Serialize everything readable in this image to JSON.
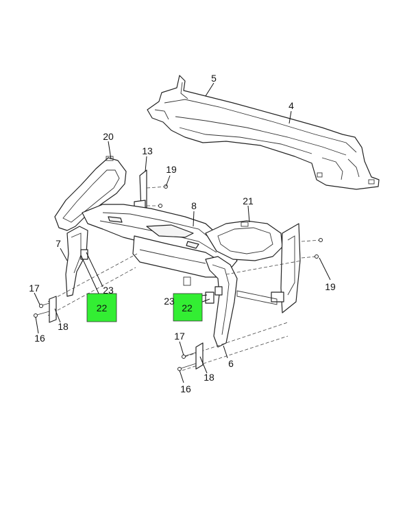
{
  "diagram": {
    "highlight_color": "#33ee33",
    "callouts": [
      {
        "id": "c5",
        "label": "5"
      },
      {
        "id": "c4",
        "label": "4"
      },
      {
        "id": "c20",
        "label": "20"
      },
      {
        "id": "c13",
        "label": "13"
      },
      {
        "id": "c19a",
        "label": "19"
      },
      {
        "id": "c8",
        "label": "8"
      },
      {
        "id": "c21",
        "label": "21"
      },
      {
        "id": "c7",
        "label": "7"
      },
      {
        "id": "c23a",
        "label": "23"
      },
      {
        "id": "c17a",
        "label": "17"
      },
      {
        "id": "c18a",
        "label": "18"
      },
      {
        "id": "c16a",
        "label": "16"
      },
      {
        "id": "c19b",
        "label": "19"
      },
      {
        "id": "c23b",
        "label": "23"
      },
      {
        "id": "c17b",
        "label": "17"
      },
      {
        "id": "c6",
        "label": "6"
      },
      {
        "id": "c18b",
        "label": "18"
      },
      {
        "id": "c16b",
        "label": "16"
      }
    ],
    "highlighted": [
      {
        "id": "h22a",
        "label": "22"
      },
      {
        "id": "h22b",
        "label": "22"
      }
    ]
  }
}
